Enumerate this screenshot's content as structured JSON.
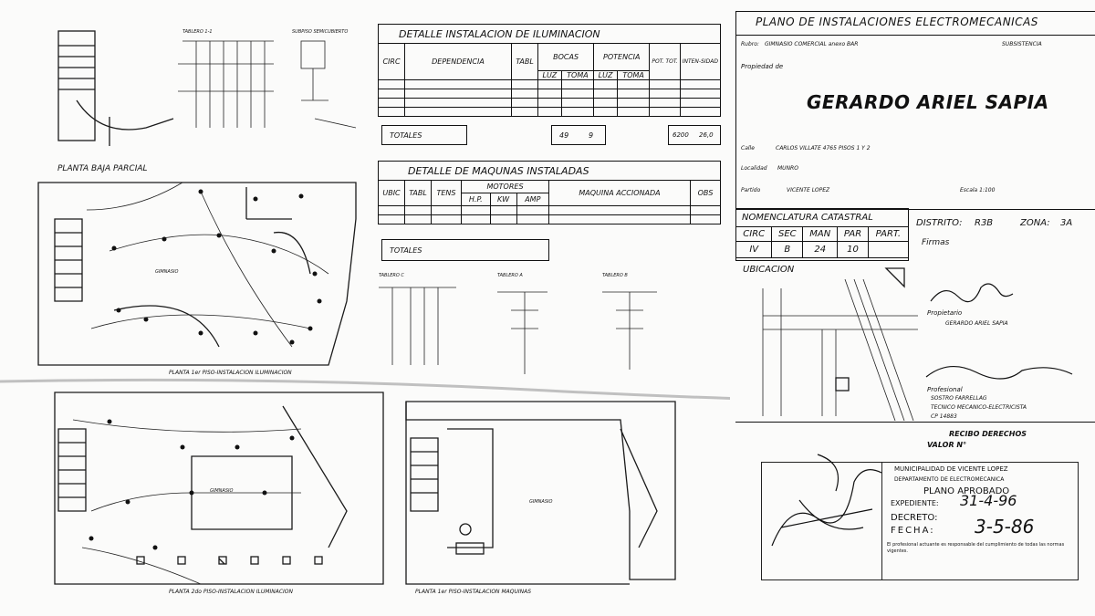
{
  "title_block": {
    "main_title": "PLANO DE INSTALACIONES ELECTROMECANICAS",
    "rubro_label": "Rubro:",
    "rubro_value": "GIMNASIO COMERCIAL anexo BAR",
    "subsistencia": "SUBSISTENCIA",
    "propiedad_label": "Propiedad de",
    "owner_name": "GERARDO ARIEL SAPIA",
    "calle_label": "Calle",
    "calle_value": "CARLOS VILLATE 4765 PISOS 1 Y 2",
    "localidad_label": "Localidad",
    "localidad_value": "MUNRO",
    "partido_label": "Partido",
    "partido_value": "VICENTE LOPEZ",
    "escala": "Escala 1:100"
  },
  "nomenclatura": {
    "title": "NOMENCLATURA CATASTRAL",
    "distrito_label": "DISTRITO:",
    "distrito_value": "R3B",
    "zona_label": "ZONA:",
    "zona_value": "3A",
    "headers": [
      "CIRC",
      "SEC",
      "MAN",
      "PAR",
      "PART."
    ],
    "values": [
      "IV",
      "B",
      "24",
      "10",
      ""
    ]
  },
  "firmas": {
    "label": "Firmas",
    "propietario_label": "Propietario",
    "propietario_name": "GERARDO ARIEL SAPIA",
    "profesional_label": "Profesional",
    "profesional_line1": "SOSTRO FARRELLAG",
    "profesional_line2": "TECNICO MECANICO-ELECTRICISTA",
    "profesional_line3": "CP 14883"
  },
  "derechos": {
    "line1": "RECIBO DERECHOS",
    "line2": "VALOR N°"
  },
  "approval": {
    "municipality": "MUNICIPALIDAD DE VICENTE LOPEZ",
    "department": "DEPARTAMENTO DE ELECTROMECANICA",
    "status": "PLANO APROBADO",
    "expediente_label": "EXPEDIENTE:",
    "expediente_value": "31-4-96",
    "decreto_label": "DECRETO:",
    "fecha_label": "FECHA:",
    "fecha_value": "3-5-86",
    "note": "El profesional actuante es responsable del cumplimiento de todas las normas vigentes."
  },
  "ubicacion": {
    "title": "UBICACION"
  },
  "iluminacion": {
    "title": "DETALLE INSTALACION DE ILUMINACION",
    "headers": [
      "CIRC",
      "DEPENDENCIA",
      "TABL",
      "BOCAS",
      "POTENCIA",
      "POT. TOT.",
      "INTEN-SIDAD"
    ],
    "sub_headers": [
      "LUZ",
      "TOMA",
      "LUZ",
      "TOMA"
    ],
    "totales_label": "TOTALES",
    "totales_bocas": [
      "49",
      "9"
    ],
    "totales_pot": [
      "6200",
      "26,0"
    ]
  },
  "maquinas": {
    "title": "DETALLE DE MAQUNAS INSTALADAS",
    "headers": [
      "UBIC",
      "TABL",
      "TENS",
      "MOTORES",
      "MAQUINA ACCIONADA",
      "OBS"
    ],
    "motor_sub": [
      "H.P.",
      "KW",
      "AMP"
    ],
    "totales_label": "TOTALES"
  },
  "drawings": {
    "planta_baja": "PLANTA BAJA PARCIAL",
    "planta_1_ilum": "PLANTA 1er PISO-INSTALACION ILUMINACION",
    "planta_2_ilum": "PLANTA 2do PISO-INSTALACION ILUMINACION",
    "planta_1_maq": "PLANTA 1er PISO-INSTALACION MAQUINAS",
    "tablero_1": "TABLERO 1-1",
    "tablero_c": "TABLERO C",
    "tablero_a": "TABLERO A",
    "tablero_b": "TABLERO B",
    "subpiso": "SUBPISO SEMICUBIERTO",
    "gimnasio": "GIMNASIO"
  }
}
